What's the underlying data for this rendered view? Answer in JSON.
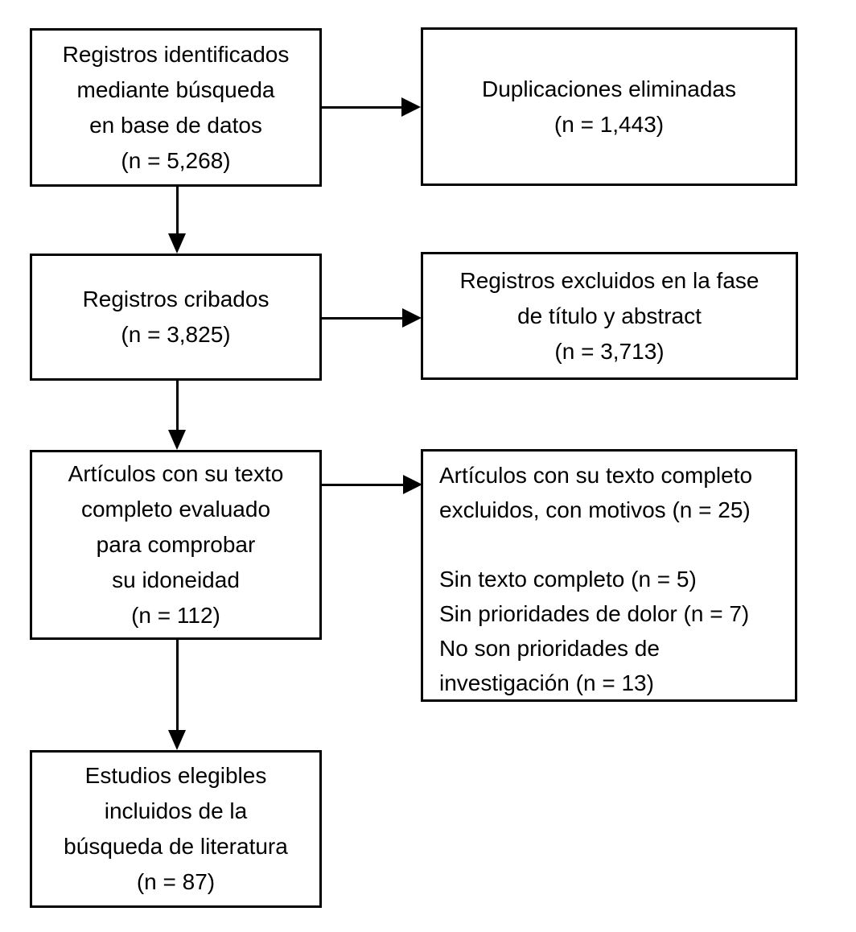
{
  "diagram": {
    "type": "flowchart",
    "language": "es",
    "colors": {
      "background": "#ffffff",
      "box_border": "#000000",
      "text": "#000000",
      "arrow": "#000000"
    },
    "boxes": {
      "identified": {
        "text": "Registros identificados\nmediante búsqueda\nen base de datos\n(n = 5,268)",
        "n": "5,268"
      },
      "duplicates_removed": {
        "text": "Duplicaciones eliminadas\n(n = 1,443)",
        "n": "1,443"
      },
      "screened": {
        "text": "Registros cribados\n(n = 3,825)",
        "n": "3,825"
      },
      "excluded_title_abstract": {
        "text": "Registros excluidos en la fase\nde título y abstract\n(n = 3,713)",
        "n": "3,713"
      },
      "fulltext_assessed": {
        "text": "Artículos con su texto\ncompleto evaluado\npara comprobar\nsu idoneidad\n(n = 112)",
        "n": "112"
      },
      "fulltext_excluded": {
        "text": "Artículos con su texto completo\nexcluidos, con motivos (n = 25)\n\nSin texto completo (n = 5)\nSin prioridades de dolor (n = 7)\nNo son prioridades de\ninvestigación (n = 13)",
        "n": "25"
      },
      "included": {
        "text": "Estudios elegibles\nincluidos de la\nbúsqueda de literatura\n(n = 87)",
        "n": "87"
      }
    }
  }
}
